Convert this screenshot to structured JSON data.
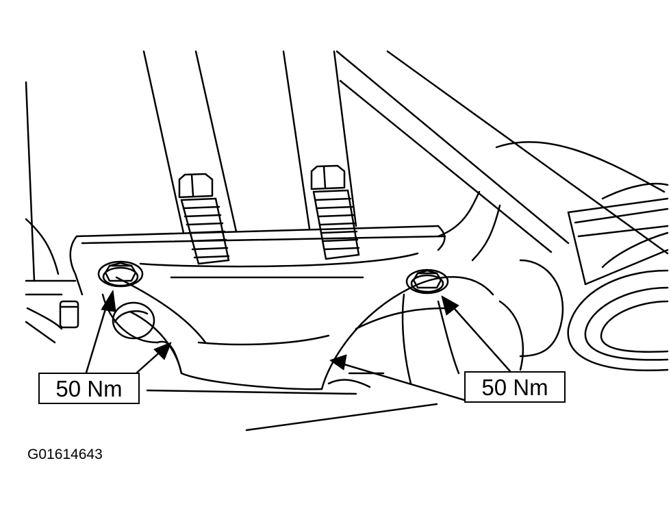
{
  "callouts": {
    "left_torque": "50 Nm",
    "right_torque": "50 Nm"
  },
  "figure_id": "G01614643",
  "colors": {
    "ink": "#000000",
    "paper": "#ffffff"
  }
}
